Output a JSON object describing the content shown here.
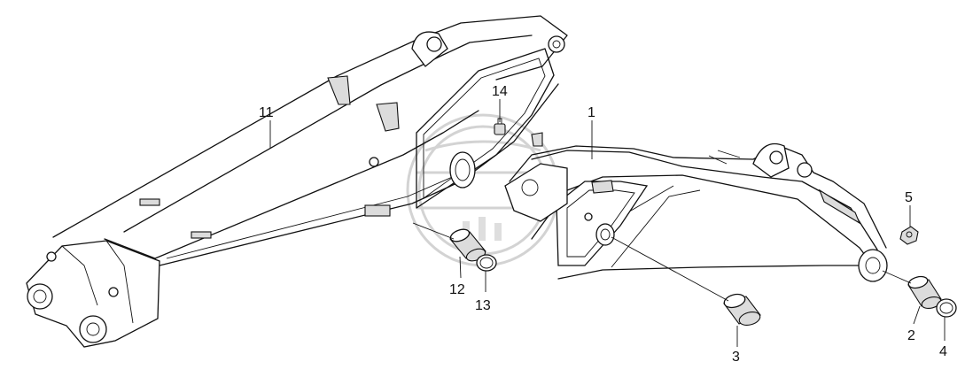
{
  "diagram": {
    "callouts": [
      {
        "id": "c1",
        "label": "1"
      },
      {
        "id": "c2",
        "label": "2"
      },
      {
        "id": "c3",
        "label": "3"
      },
      {
        "id": "c4",
        "label": "4"
      },
      {
        "id": "c5",
        "label": "5"
      },
      {
        "id": "c11",
        "label": "11"
      },
      {
        "id": "c12",
        "label": "12"
      },
      {
        "id": "c13",
        "label": "13"
      },
      {
        "id": "c14",
        "label": "14"
      }
    ]
  },
  "colors": {
    "line": "#111111",
    "shade": "#dcdcdc",
    "watermark": "#c9c9c9"
  }
}
